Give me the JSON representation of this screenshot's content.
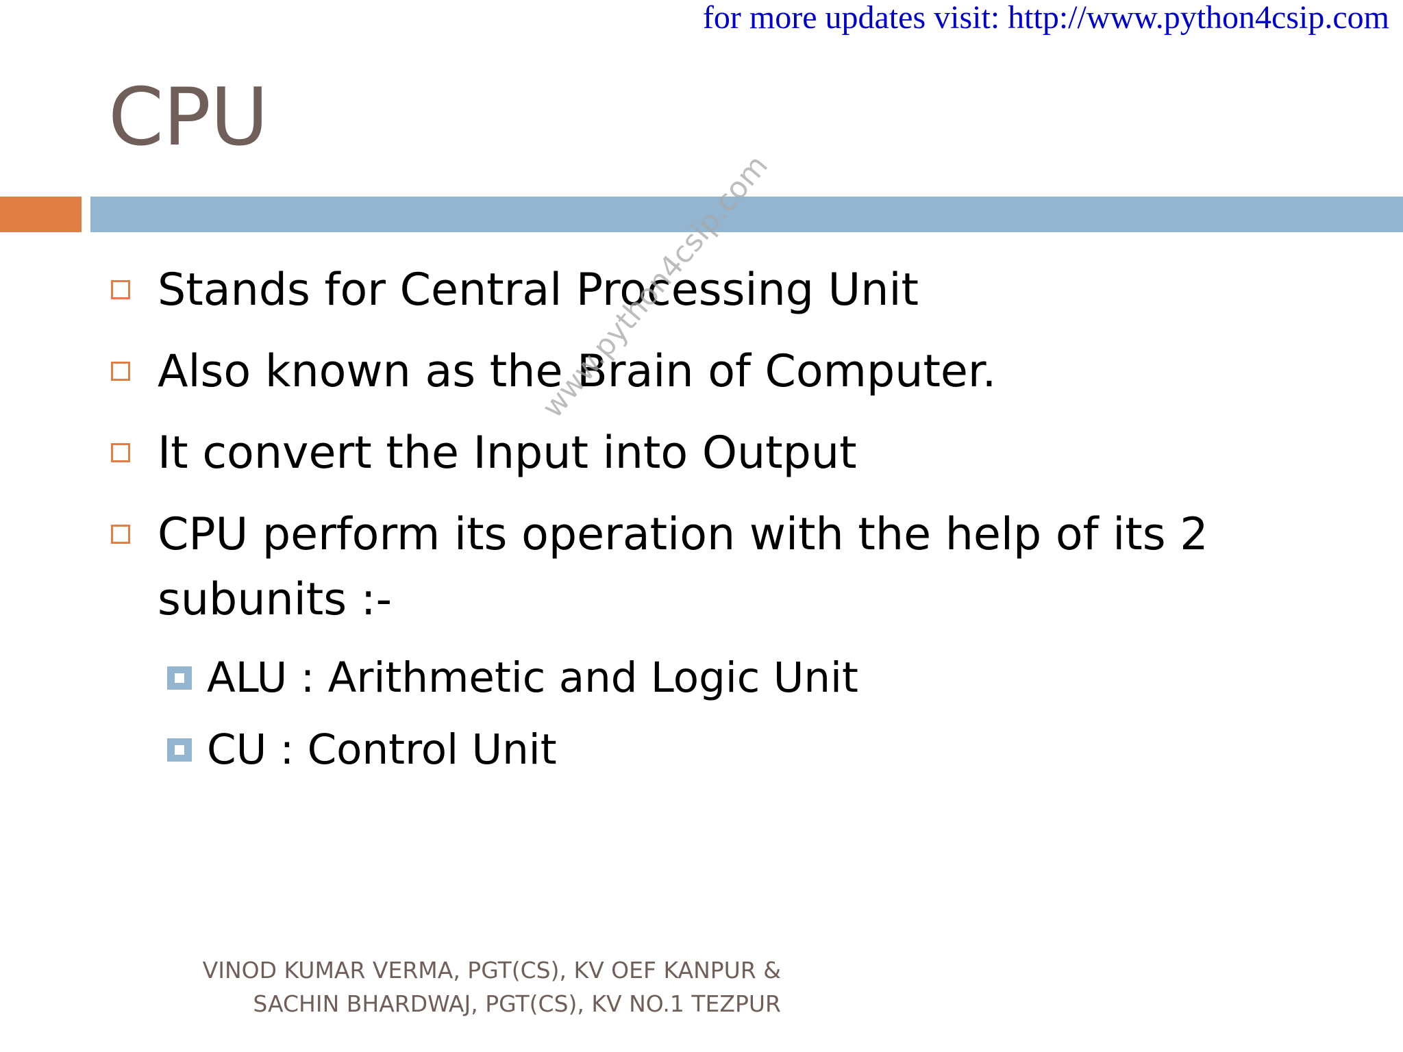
{
  "header": {
    "link_text": "for more updates visit: http://www.python4csip.com"
  },
  "slide": {
    "title": "CPU",
    "bullets": [
      "Stands for Central Processing Unit",
      "Also known as the Brain of Computer.",
      "It convert the Input into Output",
      "CPU perform its operation with the help of its 2",
      "subunits :-"
    ],
    "sub_bullets": [
      "ALU : Arithmetic and Logic Unit",
      "CU : Control Unit"
    ],
    "watermark": "www.python4csip.com",
    "footer_line1": "VINOD KUMAR VERMA, PGT(CS), KV OEF KANPUR &",
    "footer_line2": "SACHIN BHARDWAJ, PGT(CS), KV NO.1  TEZPUR"
  },
  "colors": {
    "accent_orange": "#e07e46",
    "accent_blue": "#93b5d0",
    "title_brown": "#6f5f58",
    "link_blue": "#0000cc"
  }
}
